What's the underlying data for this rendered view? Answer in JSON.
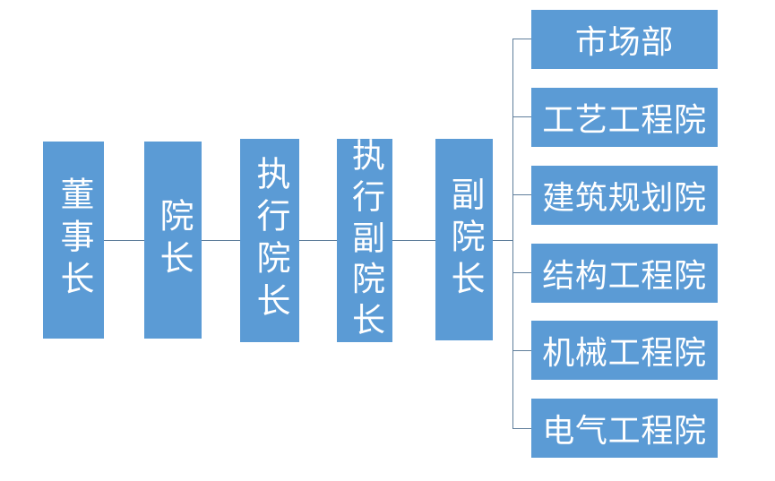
{
  "diagram": {
    "type": "organization-chart",
    "title": "",
    "background_color": "#FFFFFF",
    "node_fill_color": "#5B9BD5",
    "node_text_color": "#FFFFFF",
    "connector_color": "#5F7E9B",
    "chain": [
      {
        "id": "chairman",
        "label": "董事长",
        "orientation": "vertical"
      },
      {
        "id": "president",
        "label": "院长",
        "orientation": "vertical"
      },
      {
        "id": "exec-president",
        "label": "执行院长",
        "orientation": "vertical"
      },
      {
        "id": "exec-vice-president",
        "label": "执行副院长",
        "orientation": "vertical"
      },
      {
        "id": "vice-president",
        "label": "副院长",
        "orientation": "vertical"
      }
    ],
    "departments": [
      {
        "id": "marketing",
        "label": "市场部"
      },
      {
        "id": "process-engineering",
        "label": "工艺工程院"
      },
      {
        "id": "architectural-planning",
        "label": "建筑规划院"
      },
      {
        "id": "structural-engineering",
        "label": "结构工程院"
      },
      {
        "id": "mechanical-engineering",
        "label": "机械工程院"
      },
      {
        "id": "electrical-engineering",
        "label": "电气工程院"
      }
    ]
  }
}
